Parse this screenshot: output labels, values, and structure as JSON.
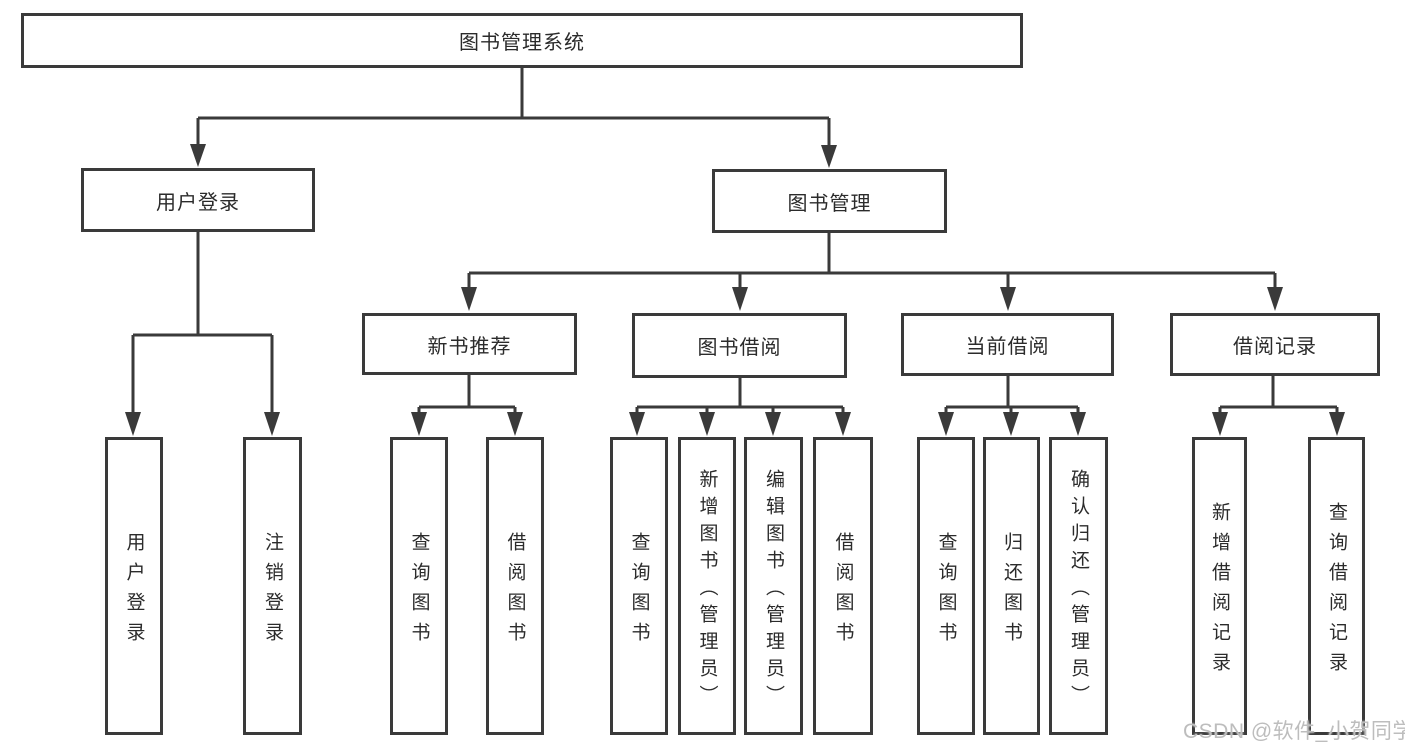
{
  "colors": {
    "line": "#3a3a3a",
    "text": "#2b2b2b",
    "watermark": "#bdbdbd",
    "box_bg": "#ffffff"
  },
  "watermark": "CSDN @软件_小贺同学",
  "nodes": {
    "root": {
      "label": "图书管理系统"
    },
    "level2": [
      {
        "label": "用户登录"
      },
      {
        "label": "图书管理"
      }
    ],
    "level3": [
      {
        "label": "新书推荐"
      },
      {
        "label": "图书借阅"
      },
      {
        "label": "当前借阅"
      },
      {
        "label": "借阅记录"
      }
    ],
    "leaves": {
      "login": [
        {
          "label": "用户登录"
        },
        {
          "label": "注销登录"
        }
      ],
      "recommend": [
        {
          "label": "查询图书"
        },
        {
          "label": "借阅图书"
        }
      ],
      "borrow": [
        {
          "label": "查询图书"
        },
        {
          "label": "新增图书（管理员）"
        },
        {
          "label": "编辑图书（管理员）"
        },
        {
          "label": "借阅图书"
        }
      ],
      "current": [
        {
          "label": "查询图书"
        },
        {
          "label": "归还图书"
        },
        {
          "label": "确认归还（管理员）"
        }
      ],
      "records": [
        {
          "label": "新增借阅记录"
        },
        {
          "label": "查询借阅记录"
        }
      ]
    }
  }
}
